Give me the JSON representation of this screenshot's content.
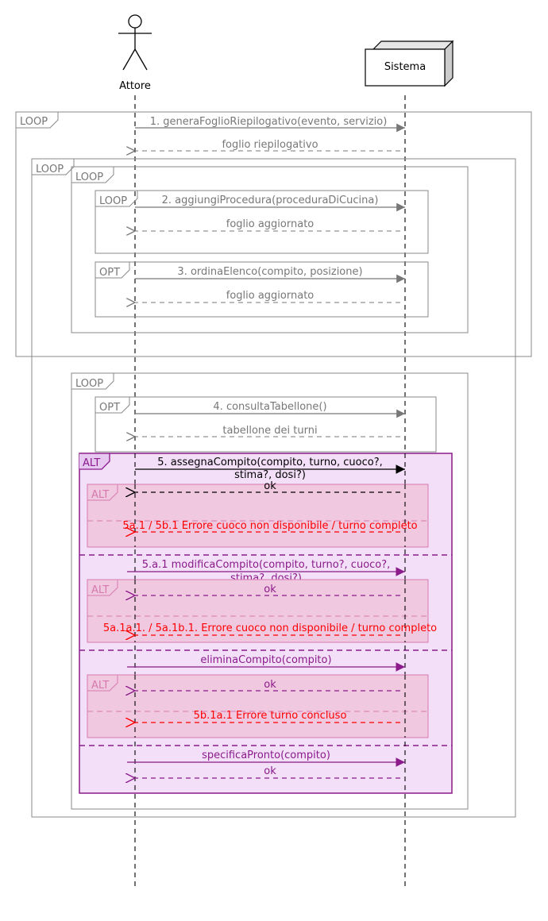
{
  "actors": {
    "attore": "Attore",
    "sistema": "Sistema"
  },
  "frames": {
    "loop_outer_1": "LOOP",
    "loop_outer_2": "LOOP",
    "loop_inner_1": "LOOP",
    "loop_inner_2": "LOOP",
    "opt_1": "OPT",
    "loop_3": "LOOP",
    "opt_2": "OPT",
    "alt_main": "ALT",
    "alt_sub_1": "ALT",
    "alt_sub_2": "ALT",
    "alt_sub_3": "ALT"
  },
  "messages": {
    "m1": "1. generaFoglioRiepilogativo(evento, servizio)",
    "r1": "foglio riepilogativo",
    "m2": "2. aggiungiProcedura(proceduraDiCucina)",
    "r2": "foglio aggiornato",
    "m3": "3. ordinaElenco(compito, posizione)",
    "r3": "foglio aggiornato",
    "m4": "4. consultaTabellone()",
    "r4": "tabellone dei turni",
    "m5_line1": "5. assegnaCompito(compito, turno, cuoco?,",
    "m5_line2": "stima?, dosi?)",
    "r5_ok": "ok",
    "r5_err": "5a.1 / 5b.1 Errore cuoco non disponibile / turno completo",
    "m5a1_line1": "5.a.1 modificaCompito(compito, turno?, cuoco?,",
    "m5a1_line2": "stima?, dosi?)",
    "r5a1_ok": "ok",
    "r5a1_err": "5a.1a.1. / 5a.1b.1. Errore cuoco non disponibile / turno completo",
    "m_elimina": "eliminaCompito(compito)",
    "r_elimina_ok": "ok",
    "r_elimina_err": "5b.1a.1 Errore turno concluso",
    "m_specifica": "specificaPronto(compito)",
    "r_specifica_ok": "ok"
  },
  "colors": {
    "gray": "#777777",
    "black": "#000000",
    "purple": "#8b1a8b",
    "purple_fill": "#f3e0f8",
    "pink_fill": "#f0c8e0",
    "red": "#ff0000",
    "frame_gray": "#888888"
  }
}
